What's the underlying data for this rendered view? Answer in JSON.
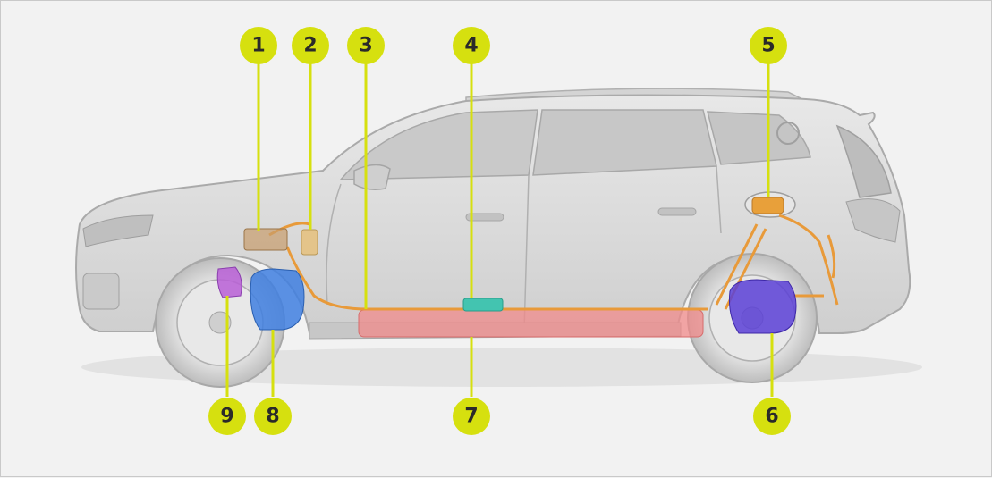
{
  "callouts": [
    {
      "id": "1",
      "label": "1"
    },
    {
      "id": "2",
      "label": "2"
    },
    {
      "id": "3",
      "label": "3"
    },
    {
      "id": "4",
      "label": "4"
    },
    {
      "id": "5",
      "label": "5"
    },
    {
      "id": "6",
      "label": "6"
    },
    {
      "id": "7",
      "label": "7"
    },
    {
      "id": "8",
      "label": "8"
    },
    {
      "id": "9",
      "label": "9"
    }
  ],
  "colors": {
    "callout": "#d6e00f",
    "callout_text": "#2a2a2a",
    "car_body": "#dcdcdc",
    "car_outline": "#b5b5b5",
    "battery": "#f08a8a",
    "front_motor": "#3f7fe0",
    "rear_motor": "#5b3fd6",
    "front_unit": "#b85fd6",
    "control_module": "#43c4b0",
    "cables": "#e89a3a",
    "charge_port": "#e8a03a"
  }
}
